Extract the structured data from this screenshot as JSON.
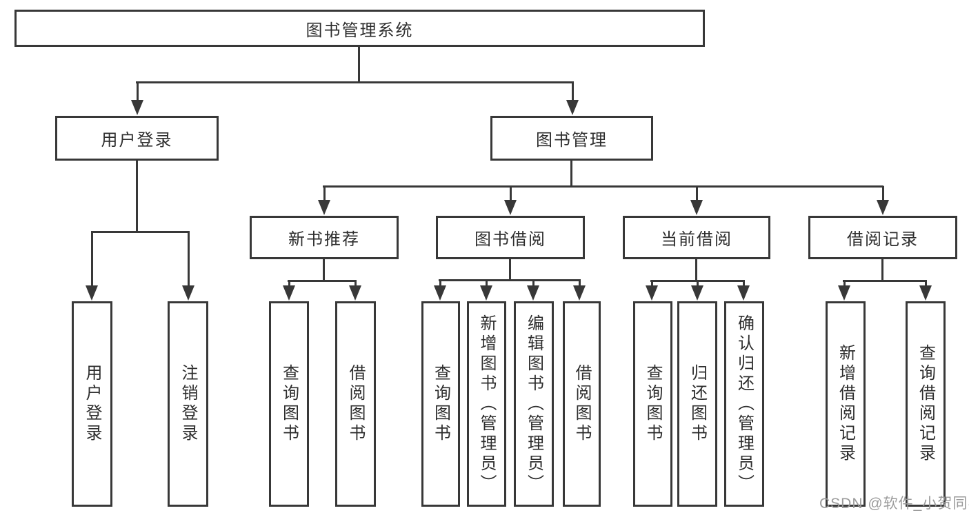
{
  "tree": {
    "root": {
      "label": "图书管理系统",
      "children": [
        {
          "label": "用户登录",
          "children": [
            {
              "label": "用户登录"
            },
            {
              "label": "注销登录"
            }
          ]
        },
        {
          "label": "图书管理",
          "children": [
            {
              "label": "新书推荐",
              "children": [
                {
                  "label": "查询图书"
                },
                {
                  "label": "借阅图书"
                }
              ]
            },
            {
              "label": "图书借阅",
              "children": [
                {
                  "label": "查询图书"
                },
                {
                  "label": "新增图书（管理员）"
                },
                {
                  "label": "编辑图书（管理员）"
                },
                {
                  "label": "借阅图书"
                }
              ]
            },
            {
              "label": "当前借阅",
              "children": [
                {
                  "label": "查询图书"
                },
                {
                  "label": "归还图书"
                },
                {
                  "label": "确认归还（管理员）"
                }
              ]
            },
            {
              "label": "借阅记录",
              "children": [
                {
                  "label": "新增借阅记录"
                },
                {
                  "label": "查询借阅记录"
                }
              ]
            }
          ]
        }
      ]
    }
  },
  "watermark": "CSDN @软件_小贺同学",
  "colors": {
    "line": "#383838",
    "text": "#2e2e2e",
    "watermark": "#9b9b9b",
    "background": "#ffffff"
  }
}
